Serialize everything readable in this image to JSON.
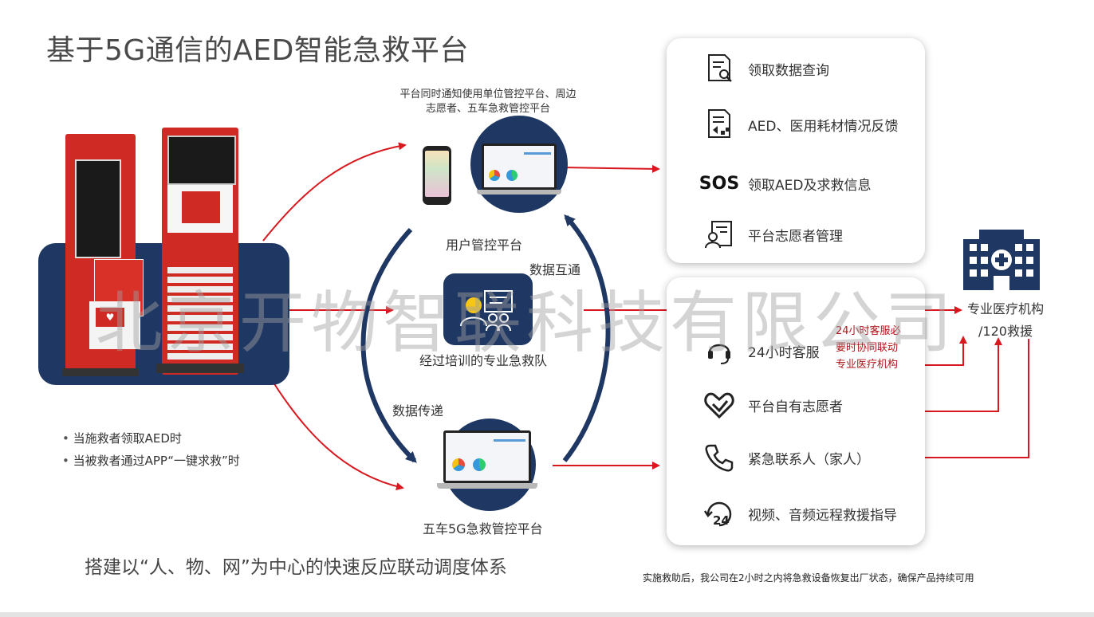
{
  "title": "基于5G通信的AED智能急救平台",
  "notify_text_line1": "平台同时通知使用单位管控平台、周边",
  "notify_text_line2": "志愿者、五车急救管控平台",
  "nodes": {
    "user_platform": "用户管控平台",
    "team": "经过培训的专业急救队",
    "five_car_platform": "五车5G急救管控平台",
    "data_sync": "数据互通",
    "data_transfer": "数据传递"
  },
  "top_panel_items": [
    {
      "icon": "document-search-icon",
      "label": "领取数据查询"
    },
    {
      "icon": "document-feedback-icon",
      "label": "AED、医用耗材情况反馈"
    },
    {
      "icon": "sos-icon",
      "icon_text": "SOS",
      "label": "领取AED及求救信息"
    },
    {
      "icon": "volunteer-id-icon",
      "label": "平台志愿者管理"
    }
  ],
  "bottom_panel_items": [
    {
      "icon": "headset-icon",
      "label": "24小时客服"
    },
    {
      "icon": "heart-hand-icon",
      "label": "平台自有志愿者"
    },
    {
      "icon": "phone-icon",
      "label": "紧急联系人（家人）"
    },
    {
      "icon": "clock-24-icon",
      "label": "视频、音频远程救援指导"
    }
  ],
  "hospital": {
    "line1": "专业医疗机构",
    "line2": "/120救援"
  },
  "service_note": [
    "24小时客服必",
    "要时协同联动",
    "专业医疗机构"
  ],
  "bullets": [
    "当施救者领取AED时",
    "当被救者通过APP“一键求救”时"
  ],
  "bottom_text": "搭建以“人、物、网”为中心的快速反应联动调度体系",
  "footer_note": "实施救助后，我公司在2小时之内将急救设备恢复出厂状态，确保产品持续可用",
  "watermark": "北京开物智联科技有限公司",
  "colors": {
    "navy": "#1f3763",
    "red": "#d8181e",
    "cabinet_red": "#cf2a23"
  }
}
